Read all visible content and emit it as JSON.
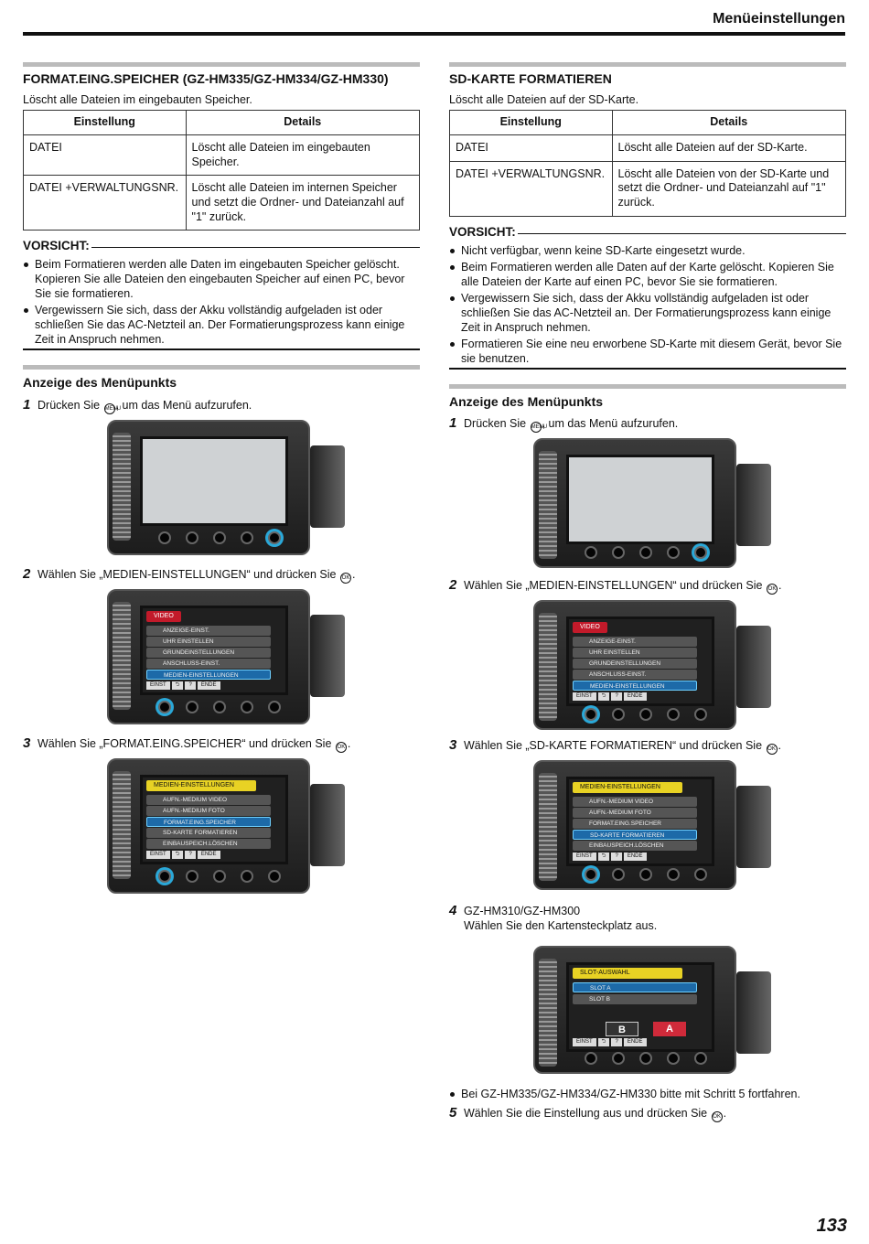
{
  "header": {
    "title": "Menüeinstellungen"
  },
  "page_number": "133",
  "left": {
    "title": "FORMAT.EING.SPEICHER (GZ-HM335/GZ-HM334/GZ-HM330)",
    "desc": "Löscht alle Dateien im eingebauten Speicher.",
    "table": {
      "h1": "Einstellung",
      "h2": "Details",
      "r1c1": "DATEI",
      "r1c2": "Löscht alle Dateien im eingebauten Speicher.",
      "r2c1": "DATEI +VERWALTUNGSNR.",
      "r2c2": "Löscht alle Dateien im internen Speicher und setzt die Ordner- und Dateianzahl auf \"1\" zurück."
    },
    "vorsicht": "VORSICHT:",
    "bullets": [
      "Beim Formatieren werden alle Daten im eingebauten Speicher gelöscht. Kopieren Sie alle Dateien den eingebauten Speicher auf einen PC, bevor Sie sie formatieren.",
      "Vergewissern Sie sich, dass der Akku vollständig aufgeladen ist oder schließen Sie das AC-Netzteil an. Der Formatierungsprozess kann einige Zeit in Anspruch nehmen."
    ],
    "anzeige": "Anzeige des Menüpunkts",
    "step1_a": "Drücken Sie",
    "step1_b": ", um das Menü aufzurufen.",
    "step2_a": "Wählen Sie „MEDIEN-EINSTELLUNGEN“ und drücken Sie",
    "step2_b": ".",
    "step3_a": "Wählen Sie „FORMAT.EING.SPEICHER“ und drücken Sie",
    "step3_b": ".",
    "menu2": {
      "head": "VIDEO",
      "items": [
        "ANZEIGE-EINST.",
        "UHR EINSTELLEN",
        "GRUNDEINSTELLUNGEN",
        "ANSCHLUSS-EINST.",
        "MEDIEN-EINSTELLUNGEN"
      ],
      "foot": [
        "EINST",
        "⮌",
        "?",
        "ENDE"
      ]
    },
    "menu3": {
      "head": "MEDIEN-EINSTELLUNGEN",
      "items": [
        "AUFN.-MEDIUM VIDEO",
        "AUFN.-MEDIUM FOTO",
        "FORMAT.EING.SPEICHER",
        "SD-KARTE FORMATIEREN",
        "EINBAUSPEICH.LÖSCHEN"
      ],
      "foot": [
        "EINST",
        "⮌",
        "?",
        "ENDE"
      ]
    }
  },
  "right": {
    "title": "SD-KARTE FORMATIEREN",
    "desc": "Löscht alle Dateien auf der SD-Karte.",
    "table": {
      "h1": "Einstellung",
      "h2": "Details",
      "r1c1": "DATEI",
      "r1c2": "Löscht alle Dateien auf der SD-Karte.",
      "r2c1": "DATEI +VERWALTUNGSNR.",
      "r2c2": "Löscht alle Dateien von der SD-Karte und setzt die Ordner- und Dateianzahl auf \"1\" zurück."
    },
    "vorsicht": "VORSICHT:",
    "bullets": [
      "Nicht verfügbar, wenn keine SD-Karte eingesetzt wurde.",
      "Beim Formatieren werden alle Daten auf der Karte gelöscht. Kopieren Sie alle Dateien der Karte auf einen PC, bevor Sie sie formatieren.",
      "Vergewissern Sie sich, dass der Akku vollständig aufgeladen ist oder schließen Sie das AC-Netzteil an. Der Formatierungsprozess kann einige Zeit in Anspruch nehmen.",
      "Formatieren Sie eine neu erworbene SD-Karte mit diesem Gerät, bevor Sie sie benutzen."
    ],
    "anzeige": "Anzeige des Menüpunkts",
    "step1_a": "Drücken Sie",
    "step1_b": ", um das Menü aufzurufen.",
    "step2_a": "Wählen Sie „MEDIEN-EINSTELLUNGEN“ und drücken Sie",
    "step2_b": ".",
    "step3_a": "Wählen Sie „SD-KARTE FORMATIEREN“ und drücken Sie",
    "step3_b": ".",
    "step4_model": "GZ-HM310/GZ-HM300",
    "step4_text": "Wählen Sie den Kartensteckplatz aus.",
    "note": "Bei GZ-HM335/GZ-HM334/GZ-HM330 bitte mit Schritt 5 fortfahren.",
    "step5_a": "Wählen Sie die Einstellung aus und drücken Sie",
    "step5_b": ".",
    "menu2": {
      "head": "VIDEO",
      "items": [
        "ANZEIGE-EINST.",
        "UHR EINSTELLEN",
        "GRUNDEINSTELLUNGEN",
        "ANSCHLUSS-EINST.",
        "MEDIEN-EINSTELLUNGEN"
      ],
      "foot": [
        "EINST",
        "⮌",
        "?",
        "ENDE"
      ]
    },
    "menu3": {
      "head": "MEDIEN-EINSTELLUNGEN",
      "items": [
        "AUFN.-MEDIUM VIDEO",
        "AUFN.-MEDIUM FOTO",
        "FORMAT.EING.SPEICHER",
        "SD-KARTE FORMATIEREN",
        "EINBAUSPEICH.LÖSCHEN"
      ],
      "foot": [
        "EINST",
        "⮌",
        "?",
        "ENDE"
      ]
    },
    "menu4": {
      "head": "SLOT-AUSWAHL",
      "items": [
        "SLOT A",
        "SLOT B"
      ],
      "slot_b": "B",
      "slot_a": "A",
      "foot": [
        "EINST",
        "⮌",
        "?",
        "ENDE"
      ]
    }
  },
  "icons": {
    "menu_button": "MENU",
    "ok_button": "OK"
  }
}
